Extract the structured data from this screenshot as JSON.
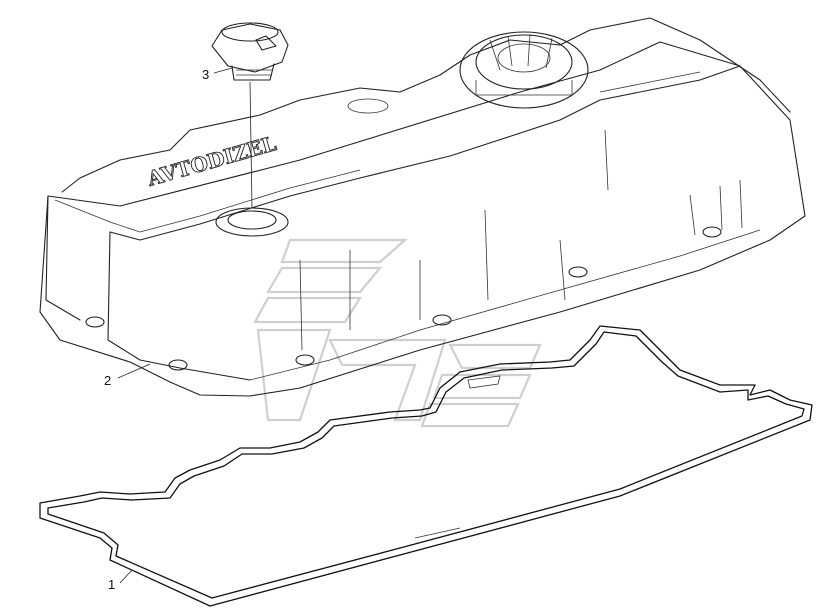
{
  "diagram": {
    "callouts": [
      {
        "id": "1",
        "label": "1"
      },
      {
        "id": "2",
        "label": "2"
      },
      {
        "id": "3",
        "label": "3"
      }
    ],
    "cover_lettering": "AVTODIZEL"
  }
}
